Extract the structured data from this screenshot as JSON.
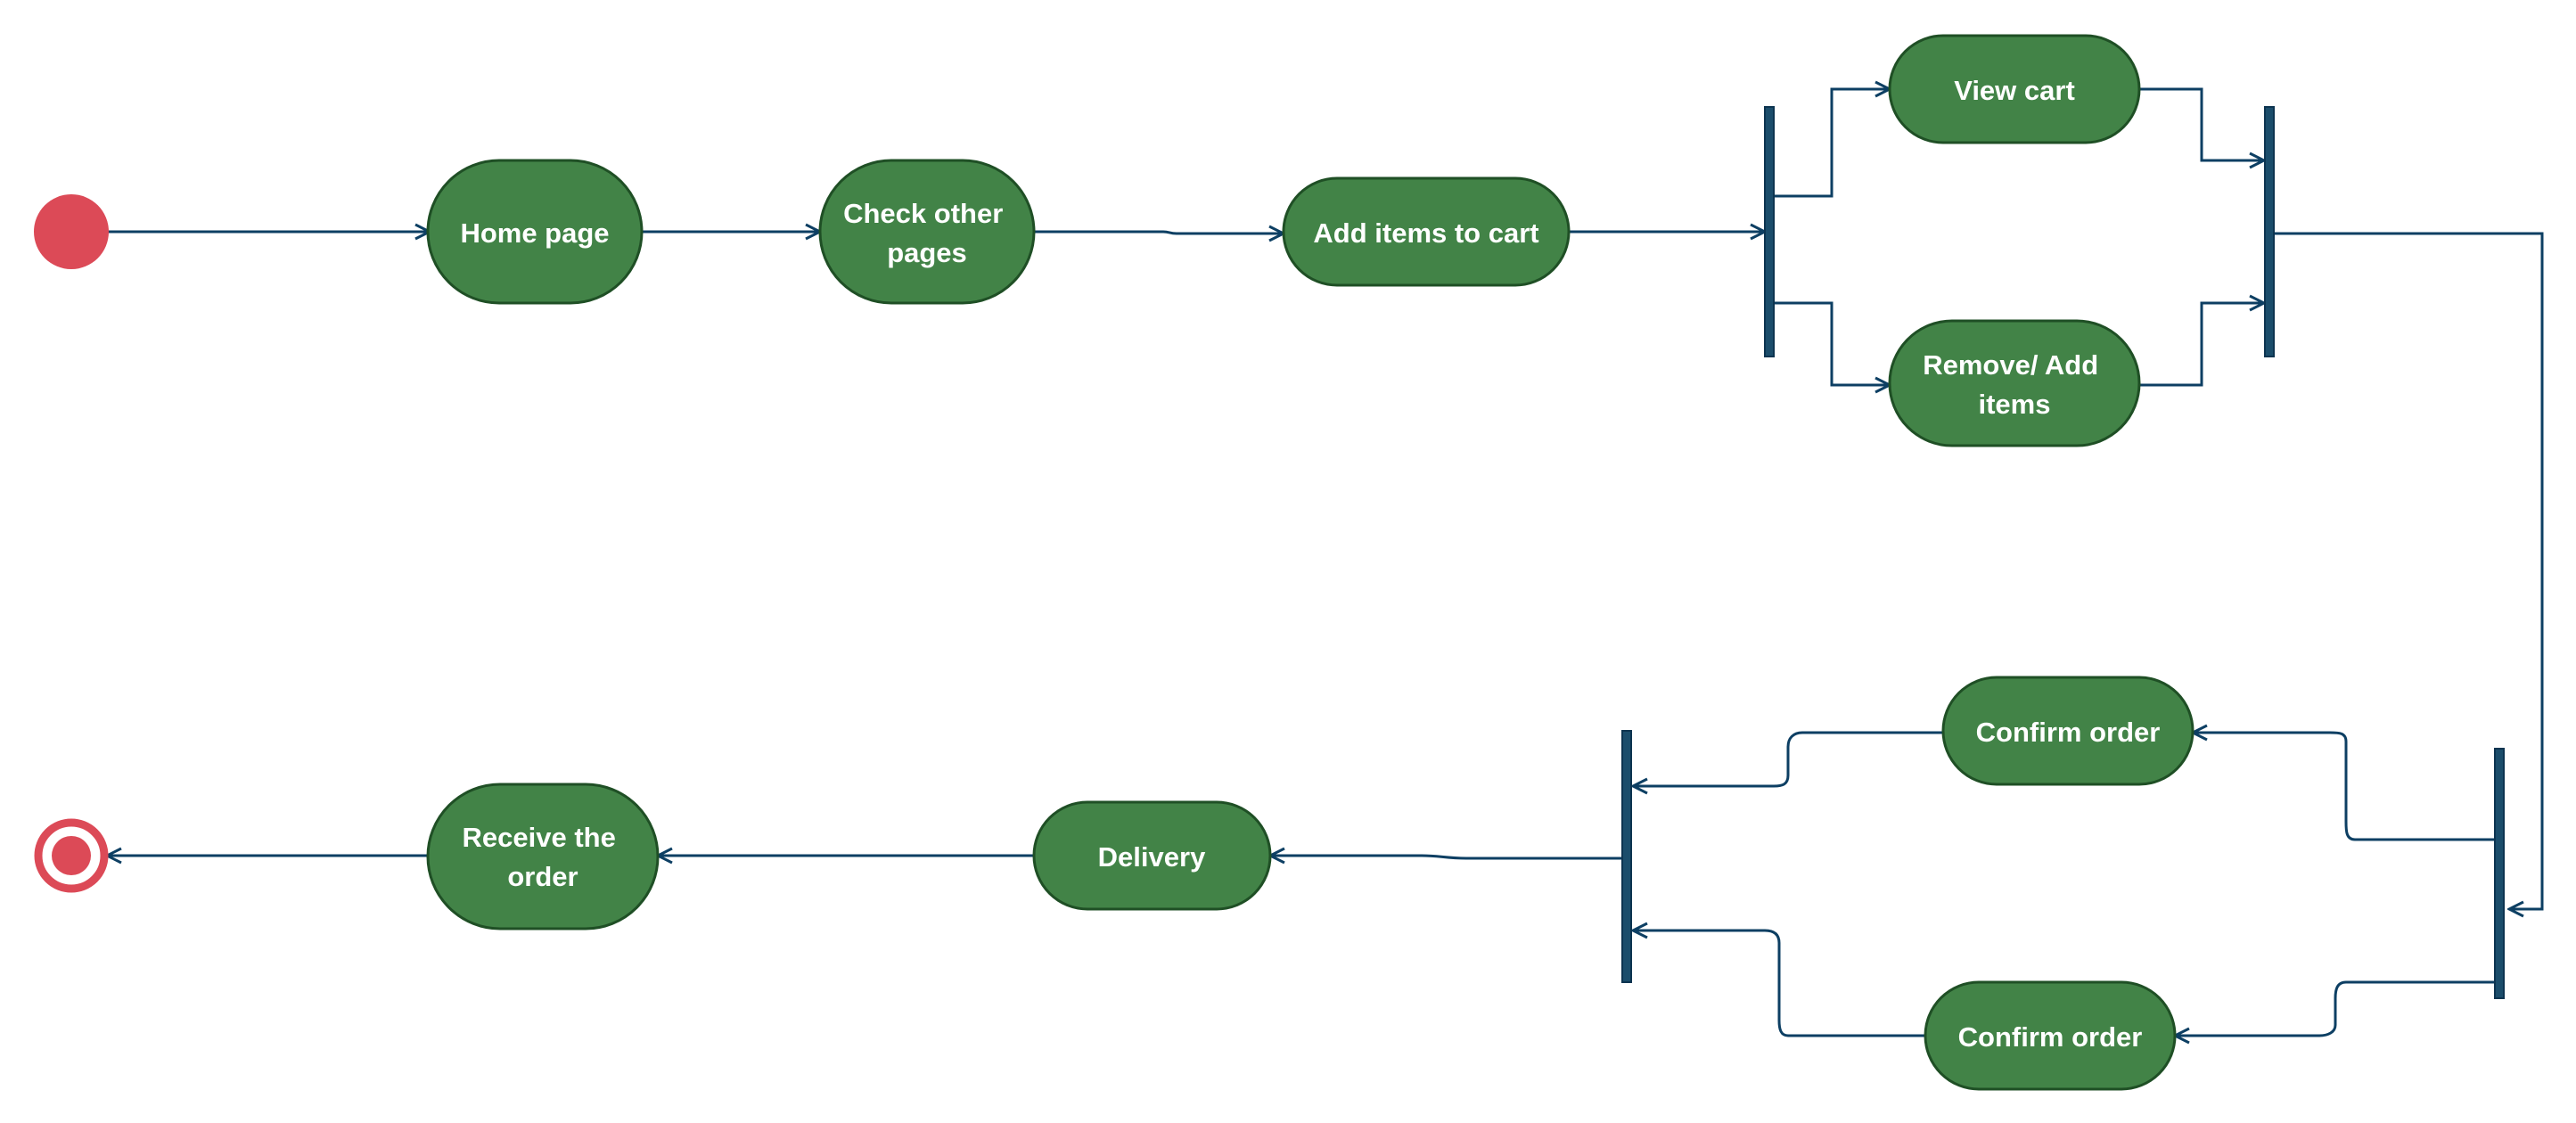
{
  "colors": {
    "activity_fill": "#428347",
    "activity_stroke": "#1f4f25",
    "bar_fill": "#1b4d6b",
    "bar_stroke": "#0d3450",
    "connector": "#0d3f63",
    "initial_node": "#dc4a57",
    "final_node": "#dc4a57"
  },
  "activities": {
    "home_page": [
      "Home page"
    ],
    "check_other_pages": [
      "Check other",
      "pages"
    ],
    "add_items": [
      "Add items to cart"
    ],
    "view_cart": [
      "View cart"
    ],
    "remove_add_items": [
      "Remove/ Add",
      "items"
    ],
    "confirm_order_top": [
      "Confirm order"
    ],
    "confirm_order_bottom": [
      "Confirm order"
    ],
    "delivery": [
      "Delivery"
    ],
    "receive_order": [
      "Receive the",
      "order"
    ]
  }
}
